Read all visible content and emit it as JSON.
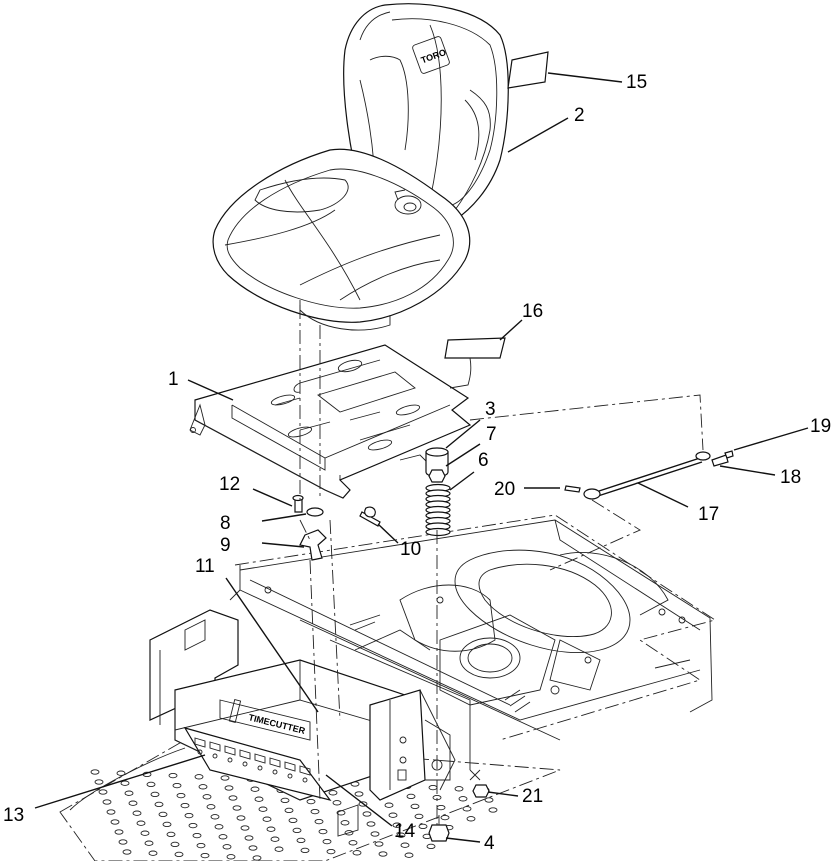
{
  "diagram": {
    "callouts": [
      "1",
      "2",
      "3",
      "4",
      "6",
      "7",
      "8",
      "9",
      "10",
      "11",
      "12",
      "13",
      "14",
      "15",
      "16",
      "17",
      "18",
      "19",
      "20",
      "21"
    ],
    "brand_seat": "TORO",
    "brand_frame": "TIMECUTTER"
  }
}
